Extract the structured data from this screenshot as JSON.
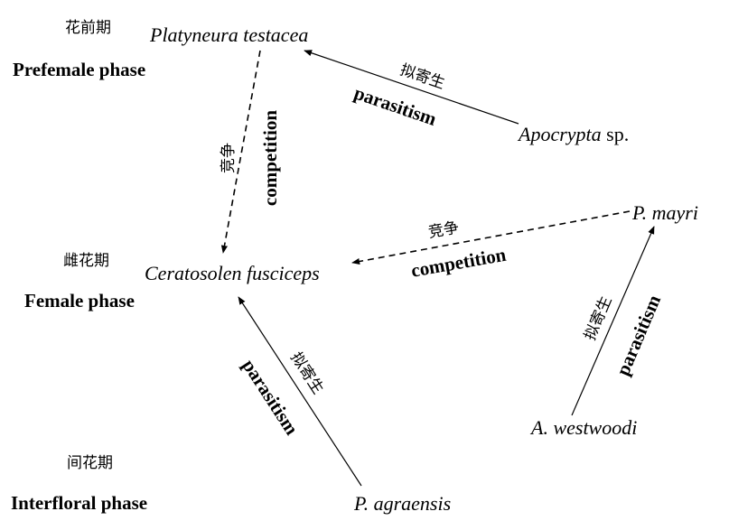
{
  "phases": {
    "prefemale": {
      "zh": "花前期",
      "en": "Prefemale phase"
    },
    "female": {
      "zh": "雌花期",
      "en": "Female phase"
    },
    "interfloral": {
      "zh": "间花期",
      "en": "Interfloral phase"
    }
  },
  "species": {
    "platyneura": {
      "name": "Platyneura testacea"
    },
    "apocrypta": {
      "name": "Apocrypta",
      "suffix": " sp."
    },
    "ceratosolen": {
      "name": "Ceratosolen fusciceps"
    },
    "mayri": {
      "name": "P. mayri"
    },
    "westwoodi": {
      "name": "A. westwoodi"
    },
    "agraensis": {
      "name": "P. agraensis"
    }
  },
  "relations": {
    "apocrypta_platyneura": {
      "zh": "拟寄生",
      "en": "parasitism"
    },
    "platyneura_ceratosolen": {
      "zh": "竞争",
      "en": "competition"
    },
    "mayri_ceratosolen": {
      "zh": "竞争",
      "en": "competition"
    },
    "westwoodi_mayri": {
      "zh": "拟寄生",
      "en": "parasitism"
    },
    "agraensis_ceratosolen": {
      "zh": "拟寄生",
      "en": "parasitism"
    }
  }
}
